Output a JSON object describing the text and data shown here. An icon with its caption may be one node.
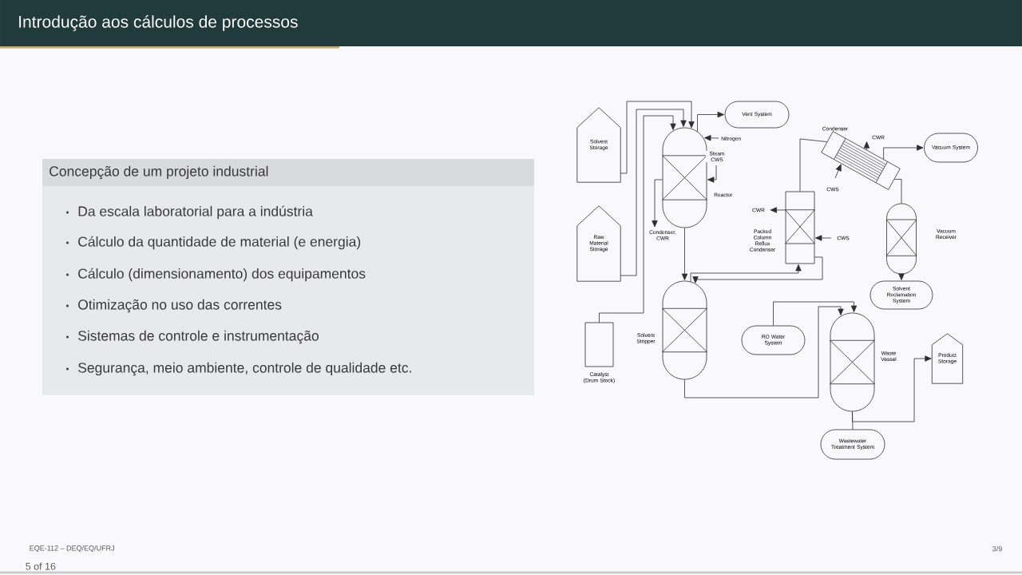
{
  "diagram": {
    "title": "Introdução aos cálculos de processos",
    "nodes": [
      {
        "text": [
          "Concepção de um projeto industrial",
          "Da escala laboratorial para a indústria",
          "Cálculo da quantidade de material (e energia)",
          "Cálculo (dimensionamento) dos equipamentos",
          "Otimização no uso das correntes",
          "Sistemas de controle e instrumentação",
          "Segurança, meio ambiente, controle de qualidade etc."
        ]
      },
      {
        "text": [
          "Solvent Storage"
        ]
      },
      {
        "text": [
          "Raw Material Storage"
        ]
      },
      {
        "text": [],
        "shape": "cylinder",
        "beside": [
          "Reactor"
        ]
      },
      {
        "text": [
          "Vent System"
        ]
      },
      {
        "text": [],
        "shape": "box",
        "beside": [
          "Catalyst (Drum Stock)"
        ]
      },
      {
        "text": [],
        "shape": "cylinder",
        "beside": [
          "Solvent Stripper"
        ]
      },
      {
        "text": [],
        "shape": "box",
        "beside": [
          "Packed Column Reflux Condenser"
        ]
      },
      {
        "text": [],
        "shape": "exchanger",
        "beside": [
          "Condenser"
        ]
      },
      {
        "text": [
          "Vacuum System"
        ]
      },
      {
        "text": [],
        "shape": "cylinder",
        "beside": [
          "Vacuum Receiver"
        ]
      },
      {
        "text": [
          "Solvent Reclamation System"
        ]
      },
      {
        "text": [
          "RO Water System"
        ]
      },
      {
        "text": [],
        "shape": "cylinder",
        "beside": [
          "Waste Vessel"
        ]
      },
      {
        "text": [
          "Product Storage"
        ]
      },
      {
        "text": [
          "Wastewater Treatment System"
        ]
      }
    ],
    "edges": [
      {
        "from": 1,
        "to": 3,
        "arrow": "to"
      },
      {
        "from": 2,
        "to": 3,
        "arrow": "to"
      },
      {
        "from": 5,
        "to": 3,
        "arrow": "to"
      },
      {
        "from": 3,
        "to": 4,
        "arrow": "to"
      },
      {
        "from": null,
        "to": 3,
        "arrow": "to",
        "label": "Nitrogen"
      },
      {
        "from": null,
        "to": 3,
        "arrow": "to",
        "label": "Steam CWS"
      },
      {
        "from": 3,
        "to": null,
        "arrow": "to",
        "label": "Condenser, CWR"
      },
      {
        "from": 3,
        "to": 6,
        "arrow": "to"
      },
      {
        "from": 7,
        "to": 6,
        "arrow": "to"
      },
      {
        "from": 6,
        "to": 7,
        "arrow": "to"
      },
      {
        "from": 7,
        "to": 8,
        "arrow": "none"
      },
      {
        "from": 8,
        "to": null,
        "arrow": "to",
        "label": "CWR"
      },
      {
        "from": null,
        "to": 8,
        "arrow": "to",
        "label": "CWS"
      },
      {
        "from": 8,
        "to": 9,
        "arrow": "to"
      },
      {
        "from": 8,
        "to": 10,
        "arrow": "none"
      },
      {
        "from": 10,
        "to": 11,
        "arrow": "to"
      },
      {
        "from": 12,
        "to": 13,
        "arrow": "to"
      },
      {
        "from": 6,
        "to": 13,
        "arrow": "to"
      },
      {
        "from": 13,
        "to": 14,
        "arrow": "to"
      },
      {
        "from": 13,
        "to": 15,
        "arrow": "none"
      },
      {
        "from": 7,
        "to": null,
        "arrow": "to",
        "label": "CWR"
      },
      {
        "from": null,
        "to": 7,
        "arrow": "to",
        "label": "CWS"
      }
    ],
    "labels": [
      "EQE-112 – DEQ/EQ/UFRJ",
      "3/9",
      "5 of 16"
    ]
  }
}
